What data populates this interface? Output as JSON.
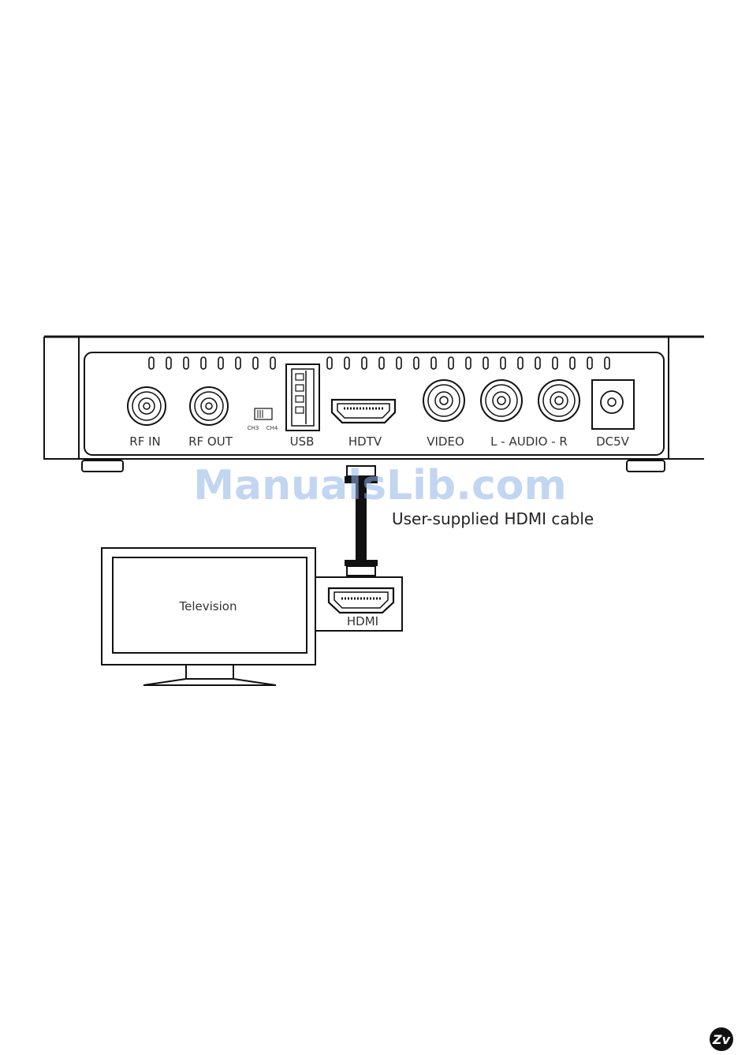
{
  "device": {
    "ports": [
      {
        "id": "rf-in",
        "label": "RF IN"
      },
      {
        "id": "rf-out",
        "label": "RF OUT"
      },
      {
        "id": "usb",
        "label": "USB"
      },
      {
        "id": "hdtv",
        "label": "HDTV"
      },
      {
        "id": "video",
        "label": "VIDEO"
      },
      {
        "id": "audio",
        "label": "L - AUDIO - R"
      },
      {
        "id": "dc",
        "label": "DC5V"
      }
    ],
    "switch": {
      "ch3": "CH3",
      "ch4": "CH4"
    }
  },
  "cable": {
    "label": "User-supplied HDMI cable"
  },
  "tv": {
    "label": "Television",
    "port_label": "HDMI"
  },
  "watermark": "ManualsLib.com",
  "logo": "Zv"
}
